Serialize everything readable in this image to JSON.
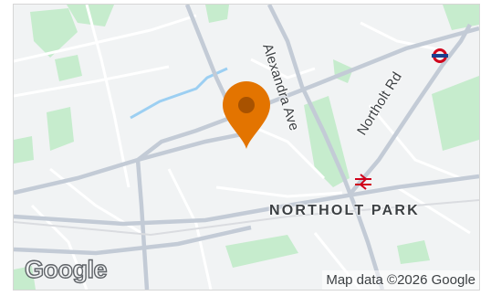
{
  "map": {
    "street_labels": {
      "alexandra": "Alexandra Ave",
      "northolt": "Northolt Rd"
    },
    "area_label": "NORTHOLT PARK",
    "logo_text": "Google",
    "attribution": "Map data ©2026 Google",
    "marker": {
      "type": "place-pin",
      "color": "#e37400",
      "icon": "location-pin-icon"
    },
    "stations": [
      {
        "icon": "london-underground-roundel-icon",
        "color": "#d0021b"
      },
      {
        "icon": "national-rail-icon",
        "color": "#d0021b"
      }
    ],
    "colors": {
      "background": "#f1f3f4",
      "road": "#ffffff",
      "major_road": "#c3cbd6",
      "park": "#c6eccd",
      "water": "#9ccff2",
      "label": "#3c4043"
    }
  }
}
